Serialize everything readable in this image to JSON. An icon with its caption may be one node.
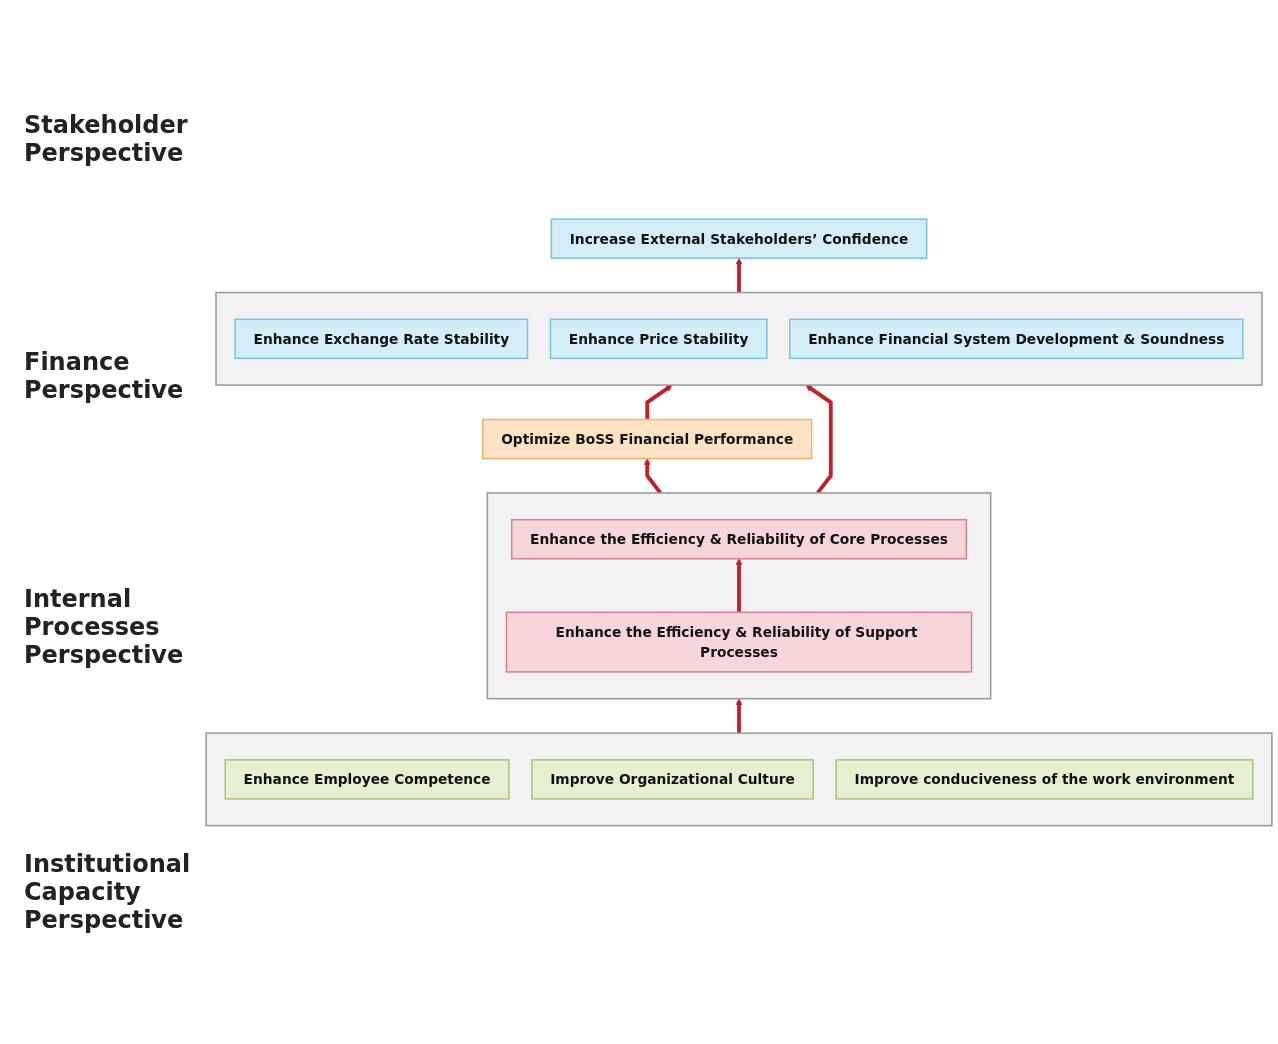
{
  "diagram": {
    "nodes": [
      {
        "text": [
          "Increase External Stakeholders’ Confidence"
        ]
      },
      {
        "text": [],
        "shape": "box"
      },
      {
        "text": [
          "Enhance Exchange Rate Stability"
        ],
        "in": 1
      },
      {
        "text": [
          "Enhance Price Stability"
        ],
        "in": 1
      },
      {
        "text": [
          "Enhance Financial System Development & Soundness"
        ],
        "in": 1
      },
      {
        "text": [
          "Optimize BoSS Financial Performance"
        ]
      },
      {
        "text": [],
        "shape": "box"
      },
      {
        "text": [
          "Enhance the Efficiency & Reliability of Core Processes"
        ],
        "in": 6
      },
      {
        "text": [
          "Enhance the Efficiency & Reliability of Support Processes"
        ],
        "in": 6
      },
      {
        "text": [],
        "shape": "box"
      },
      {
        "text": [
          "Enhance Employee Competence"
        ],
        "in": 9
      },
      {
        "text": [
          "Improve Organizational Culture"
        ],
        "in": 9
      },
      {
        "text": [
          "Improve conduciveness of the work environment"
        ],
        "in": 9
      }
    ],
    "edges": [
      {
        "from": 1,
        "to": 0,
        "arrow": "to"
      },
      {
        "from": 5,
        "to": 1,
        "arrow": "to"
      },
      {
        "from": 6,
        "to": 1,
        "arrow": "to"
      },
      {
        "from": 6,
        "to": 5,
        "arrow": "to"
      },
      {
        "from": 8,
        "to": 7,
        "arrow": "to"
      },
      {
        "from": 9,
        "to": 6,
        "arrow": "to"
      }
    ],
    "labels": [
      "Stakeholder Perspective",
      "Finance Perspective",
      "Internal Processes Perspective",
      "Institutional Capacity Perspective"
    ]
  }
}
